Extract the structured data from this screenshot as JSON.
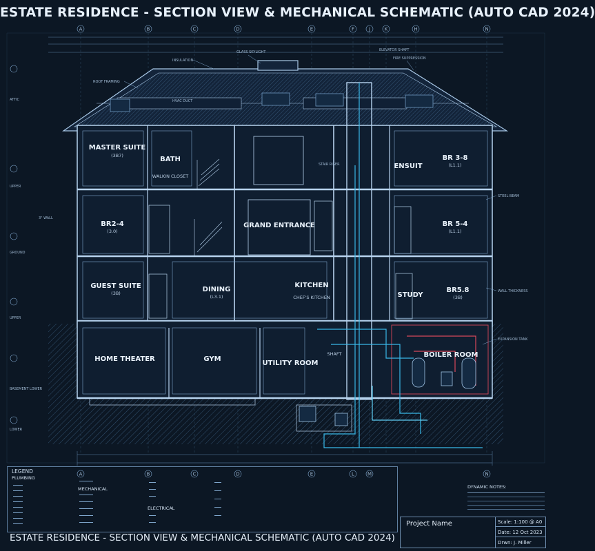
{
  "title": "ESTATE RESIDENCE - SECTION VIEW & MECHANICAL SCHEMATIC (AUTO CAD 2024)",
  "bottom_title": "ESTATE RESIDENCE - SECTION VIEW & MECHANICAL SCHEMATIC (AUTO CAD 2024)",
  "colors": {
    "background": "#0c1724",
    "line": "#8fb4d8",
    "bright": "#cfe4f8",
    "pipe_cyan": "#39b8e8",
    "pipe_red": "#d8485a"
  },
  "grid_top": [
    "A",
    "B",
    "C",
    "D",
    "E",
    "F",
    "J",
    "K",
    "H",
    "N"
  ],
  "grid_bottom": [
    "A",
    "B",
    "C",
    "D",
    "E",
    "L",
    "M",
    "N"
  ],
  "levels": [
    "ATTIC",
    "UPPER",
    "GROUND",
    "UPPER",
    "BASEMENT LOWER",
    "LOWER"
  ],
  "rooms": {
    "master_suite": {
      "name": "MASTER SUITE",
      "code": "(3B7)"
    },
    "bath": {
      "name": "BATH"
    },
    "walkin_closet": {
      "name": "WALKIN CLOSET"
    },
    "br2_4": {
      "name": "BR2-4",
      "code": "(3.0)"
    },
    "grand_entrance": {
      "name": "GRAND ENTRANCE"
    },
    "guest_suite": {
      "name": "GUEST SUITE",
      "code": "(3B)"
    },
    "dining": {
      "name": "DINING",
      "code": "(L3.1)"
    },
    "kitchen": {
      "name": "KITCHEN",
      "sub": "CHEF'S KITCHEN"
    },
    "ensuit": {
      "name": "ENSUIT"
    },
    "br3_8": {
      "name": "BR 3-8",
      "code": "(L1.1)"
    },
    "br5_4": {
      "name": "BR 5-4",
      "code": "(L1.1)"
    },
    "study": {
      "name": "STUDY"
    },
    "br5_8": {
      "name": "BR5.8",
      "code": "(3B)"
    },
    "home_theater": {
      "name": "HOME THEATER"
    },
    "gym": {
      "name": "GYM"
    },
    "utility_room": {
      "name": "UTILITY ROOM"
    },
    "shaft": {
      "name": "SHAFT"
    },
    "boiler_room": {
      "name": "BOILER ROOM"
    }
  },
  "annotations": [
    "INSULATION",
    "ROOF FRAMING",
    "GLASS SKYLIGHT",
    "FIRE SUPPRESSION",
    "ELEVATOR SHAFT",
    "STAIR RISER",
    "STEEL BEAM",
    "3\" WALL",
    "WALL THICKNESS",
    "HVAC DUCT",
    "EXPANSION TANK"
  ],
  "legend": {
    "title": "LEGEND",
    "plumbing": "PLUMBING",
    "mechanical": "MECHANICAL",
    "electrical": "ELECTRICAL"
  },
  "dynamic_notes": {
    "title": "DYNAMIC NOTES:"
  },
  "title_block": {
    "project_label": "Project Name",
    "scale": "Scale: 1:100 @ A0",
    "date": "Date: 12 Oct 2023",
    "drawn": "Drwn: J. Miller"
  }
}
